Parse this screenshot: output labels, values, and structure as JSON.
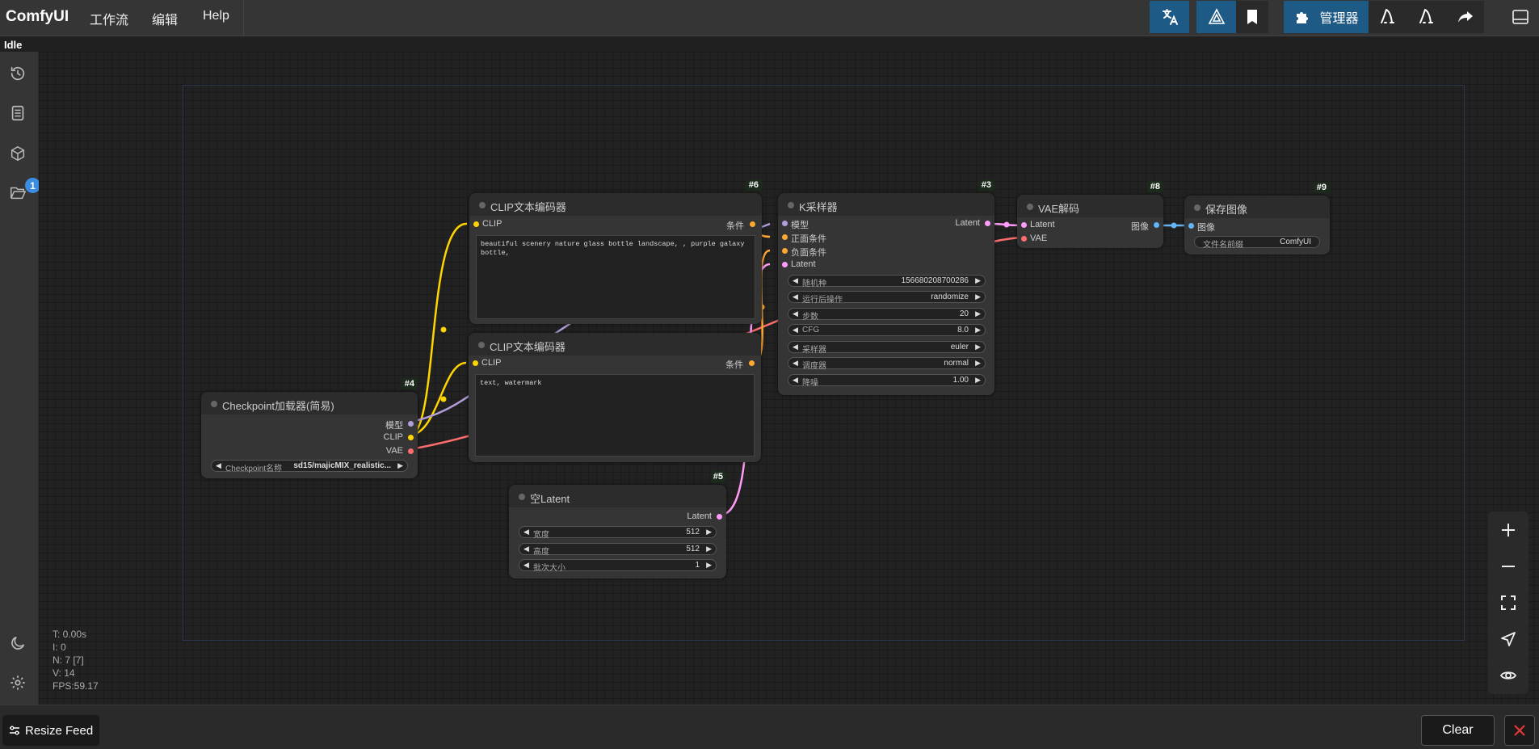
{
  "app": {
    "brand": "ComfyUI",
    "status": "Idle"
  },
  "menu": {
    "workflow": "工作流",
    "edit": "编辑",
    "help": "Help"
  },
  "toolbar": {
    "manager_label": "管理器"
  },
  "sidebar": {
    "queue_badge": "1"
  },
  "nodes": {
    "n6": {
      "id": "#6",
      "title": "CLIP文本编码器",
      "in_clip": "CLIP",
      "out_cond": "条件",
      "text": "beautiful scenery nature glass bottle landscape, , purple galaxy bottle,"
    },
    "n7": {
      "title": "CLIP文本编码器",
      "in_clip": "CLIP",
      "out_cond": "条件",
      "text": "text, watermark"
    },
    "n3": {
      "id": "#3",
      "title": "K采样器",
      "in_model": "模型",
      "in_pos": "正面条件",
      "in_neg": "负面条件",
      "in_latent": "Latent",
      "out_latent": "Latent",
      "widgets": [
        {
          "label": "随机种",
          "value": "156680208700286"
        },
        {
          "label": "运行后操作",
          "value": "randomize"
        },
        {
          "label": "步数",
          "value": "20"
        },
        {
          "label": "CFG",
          "value": "8.0"
        },
        {
          "label": "采样器",
          "value": "euler"
        },
        {
          "label": "调度器",
          "value": "normal"
        },
        {
          "label": "降噪",
          "value": "1.00"
        }
      ]
    },
    "n8": {
      "id": "#8",
      "title": "VAE解码",
      "in_latent": "Latent",
      "in_vae": "VAE",
      "out_image": "图像"
    },
    "n9": {
      "id": "#9",
      "title": "保存图像",
      "in_image": "图像",
      "widget_label": "文件名前缀",
      "widget_value": "ComfyUI"
    },
    "n4": {
      "id": "#4",
      "title": "Checkpoint加载器(简易)",
      "out_model": "模型",
      "out_clip": "CLIP",
      "out_vae": "VAE",
      "widget_label": "Checkpoint名称",
      "widget_value": "sd15/majicMIX_realistic..."
    },
    "n5": {
      "id": "#5",
      "title": "空Latent",
      "out_latent": "Latent",
      "widgets": [
        {
          "label": "宽度",
          "value": "512"
        },
        {
          "label": "高度",
          "value": "512"
        },
        {
          "label": "批次大小",
          "value": "1"
        }
      ]
    }
  },
  "stats": {
    "t": "T: 0.00s",
    "i": "I: 0",
    "n": "N: 7 [7]",
    "v": "V: 14",
    "fps": "FPS:59.17"
  },
  "bottom": {
    "resize_feed": "Resize Feed",
    "clear": "Clear"
  },
  "colors": {
    "clip": "#ffd500",
    "model": "#b39ddb",
    "vae": "#ff6e6e",
    "latent": "#ff9cf9",
    "cond": "#ffa931",
    "image": "#64b5f6",
    "accent": "#1e5a86"
  }
}
